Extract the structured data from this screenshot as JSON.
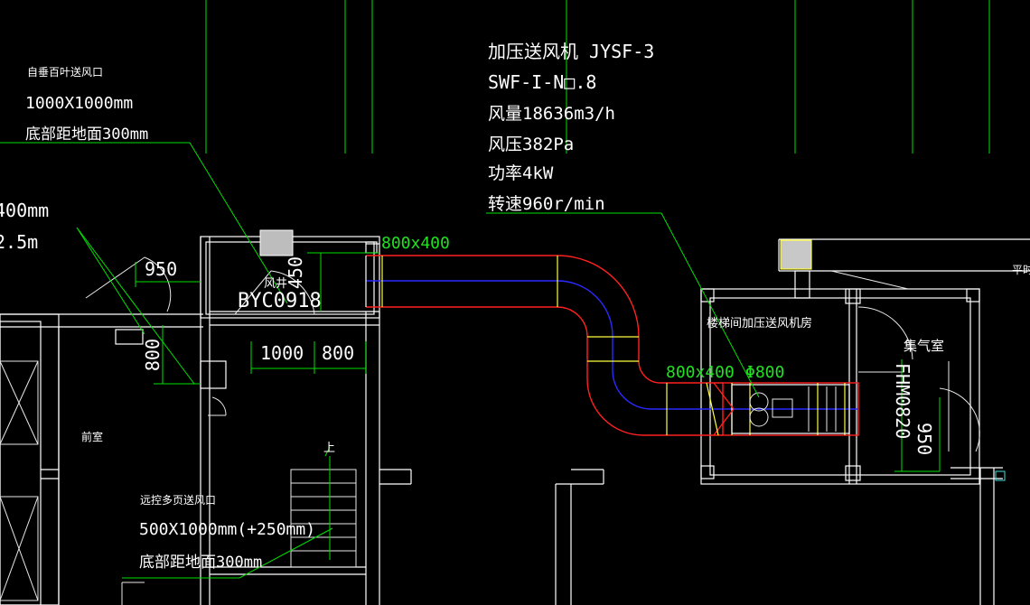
{
  "fan_spec": {
    "title": "加压送风机 JYSF-3",
    "model": "SWF-I-N□.8",
    "airflow": "风量18636m3/h",
    "pressure": "风压382Pa",
    "power": "功率4kW",
    "speed": "转速960r/min"
  },
  "louver_note": {
    "title": "自垂百叶送风口",
    "size": "1000X1000mm",
    "height": "底部距地面300mm"
  },
  "partial_note": {
    "line1": "400mm",
    "line2": "2.5m"
  },
  "remote_note": {
    "title": "远控多页送风口",
    "size": "500X1000mm(+250mm)",
    "height": "底部距地面300mm"
  },
  "labels": {
    "shaft": "风井",
    "door_shaft": "BYC0918",
    "front_room": "前室",
    "stair_up": "上",
    "fan_room": "楼梯间加压送风机房",
    "gas_room": "集气室",
    "door_right": "FHM0820",
    "edge_text": "平时"
  },
  "dims": {
    "d950": "950",
    "d450": "450",
    "d800v": "800",
    "d1000": "1000",
    "d800h": "800",
    "duct_top": "800x400",
    "duct_room": "800x400",
    "dia800": "Φ800",
    "d950r": "950"
  },
  "colors": {
    "duct_edge": "#ff2020",
    "duct_center": "#2a2aff",
    "leader": "#00e000",
    "flange": "#ffff40",
    "wall": "#ffffff"
  }
}
